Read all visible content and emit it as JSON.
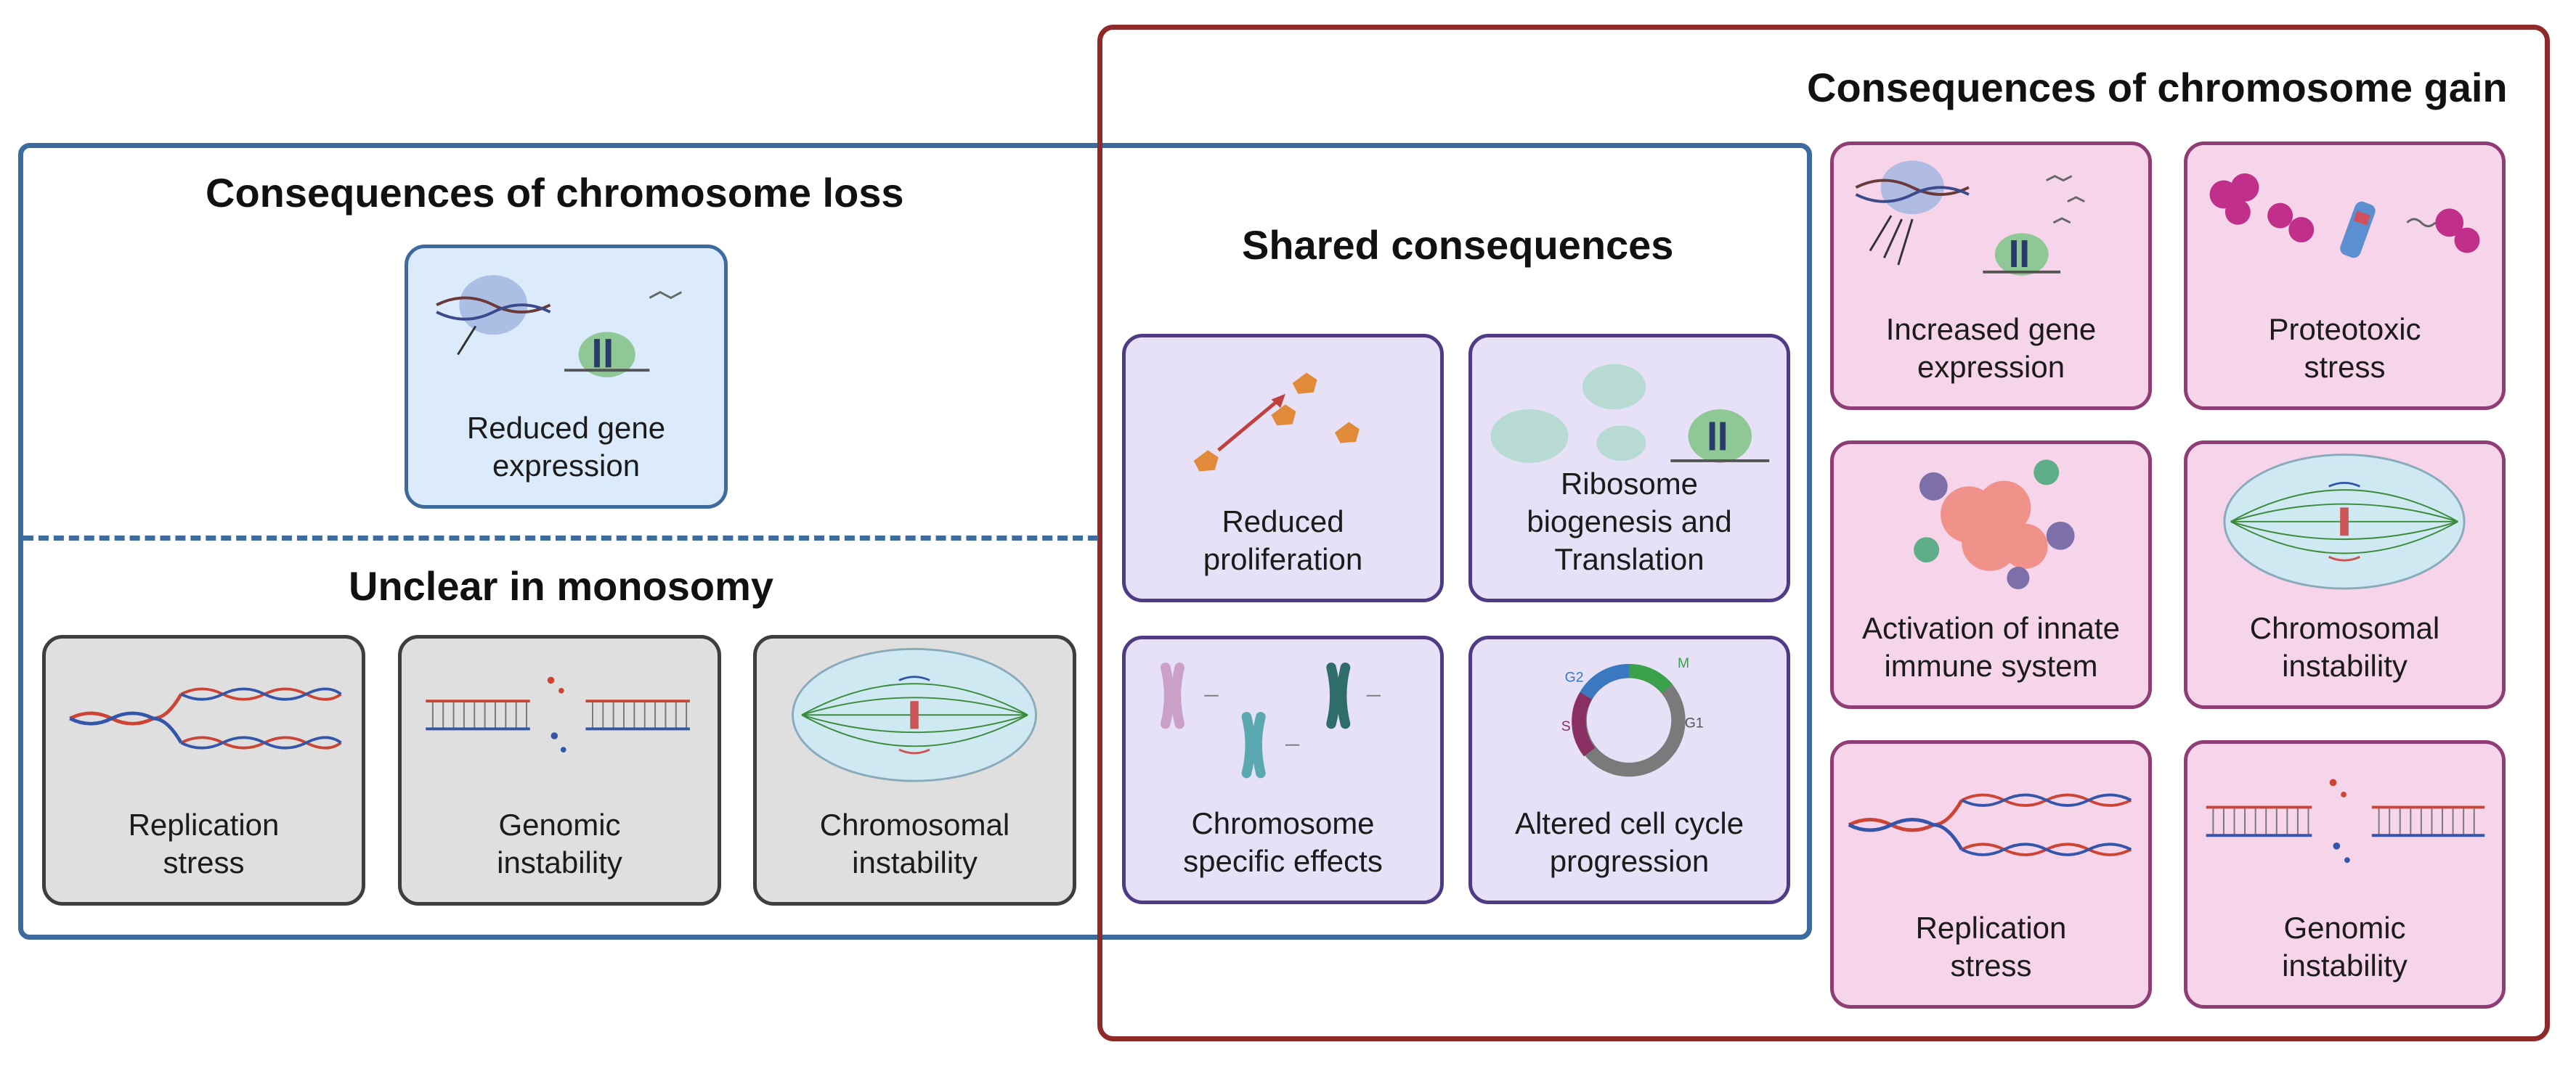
{
  "sections": {
    "loss_title": "Consequences of chromosome loss",
    "unclear_title": "Unclear in monosomy",
    "shared_title": "Shared consequences",
    "gain_title": "Consequences of chromosome gain"
  },
  "cards": {
    "reduced_gene_expression": "Reduced gene\nexpression",
    "replication_stress_loss": "Replication\nstress",
    "genomic_instability_loss": "Genomic\ninstability",
    "chromosomal_instability_loss": "Chromosomal\ninstability",
    "reduced_proliferation": "Reduced\nproliferation",
    "ribosome_biogenesis": "Ribosome\nbiogenesis and\nTranslation",
    "chromosome_specific": "Chromosome\nspecific effects",
    "altered_cell_cycle": "Altered cell cycle\nprogression",
    "increased_gene_expression": "Increased gene\nexpression",
    "proteotoxic_stress": "Proteotoxic\nstress",
    "innate_immune": "Activation of innate\nimmune system",
    "chromosomal_instability_gain": "Chromosomal\ninstability",
    "replication_stress_gain": "Replication\nstress",
    "genomic_instability_gain": "Genomic\ninstability"
  },
  "cell_cycle_phases": {
    "m": "M",
    "g1": "G1",
    "s": "S",
    "g2": "G2"
  },
  "colors": {
    "loss_border": "#3d6b9e",
    "gain_border": "#8e2a2a",
    "blue_card": "#dcebfb",
    "grey_card": "#dfdfdf",
    "purple_card": "#e6e1f6",
    "pink_card": "#f6d4ea"
  }
}
